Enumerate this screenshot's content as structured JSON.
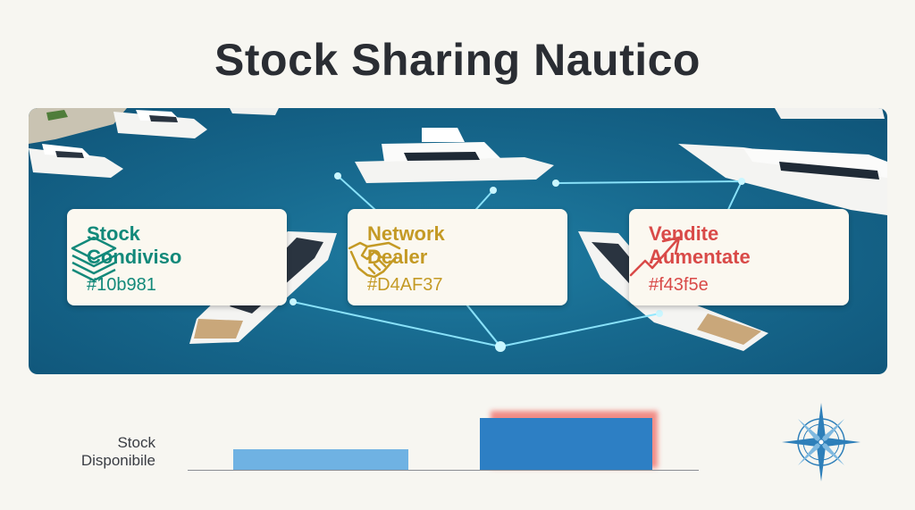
{
  "title": "Stock Sharing Nautico",
  "cards": [
    {
      "line1": "Stock",
      "line2": "Condiviso",
      "code": "#10b981",
      "icon": "stacked-layers-icon",
      "color": "#12897a"
    },
    {
      "line1": "Network",
      "line2": "Dealer",
      "code": "#D4AF37",
      "icon": "handshake-icon",
      "color": "#c49a25"
    },
    {
      "line1": "Vendite",
      "line2": "Aumentate",
      "code": "#f43f5e",
      "icon": "trending-up-icon",
      "color": "#d94a48"
    }
  ],
  "chart": {
    "label_line1": "Stock",
    "label_line2": "Disponibile"
  },
  "colors": {
    "bar_light": "#6fb2e3",
    "bar_dark": "#2d7fc4",
    "bar_glow": "#f0807a",
    "water": "#17698e"
  }
}
